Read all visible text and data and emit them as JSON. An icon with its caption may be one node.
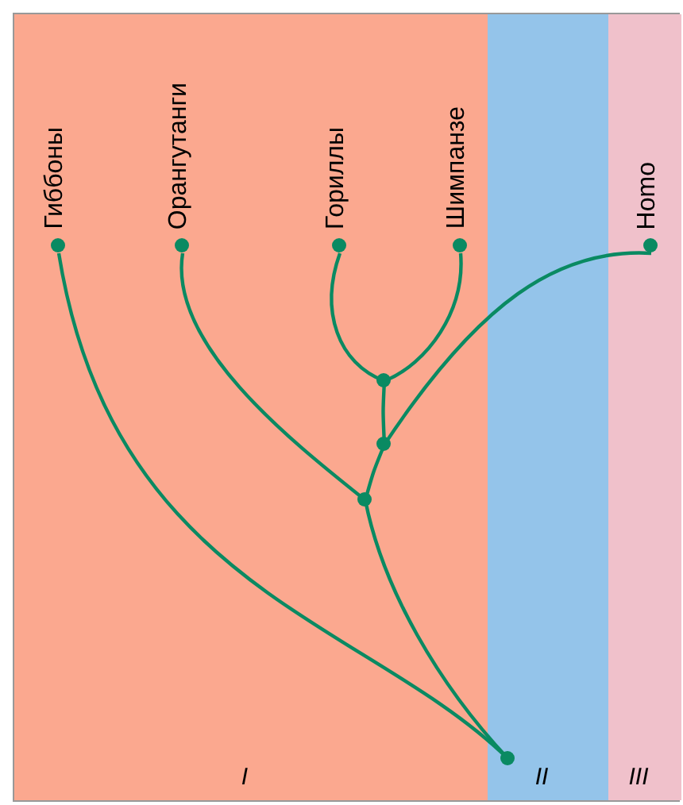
{
  "diagram": {
    "nodes": [
      {
        "text": [
          "I"
        ]
      },
      {
        "text": [
          "II"
        ]
      },
      {
        "text": [
          "III"
        ]
      },
      {
        "text": [
          "Гиббоны"
        ],
        "in": 0
      },
      {
        "text": [
          "Орангутанги"
        ],
        "in": 0
      },
      {
        "text": [
          "Гориллы"
        ],
        "in": 0
      },
      {
        "text": [
          "Шимпанзе"
        ],
        "in": 0
      },
      {
        "text": [
          "Homo"
        ],
        "in": 2
      },
      {
        "text": [],
        "shape": "circle",
        "in": 0
      },
      {
        "text": [],
        "shape": "circle",
        "in": 0
      },
      {
        "text": [],
        "shape": "circle",
        "in": 0
      },
      {
        "text": [],
        "shape": "circle",
        "in": 1
      }
    ],
    "edges": [
      {
        "from": 8,
        "to": 5,
        "arrow": "none"
      },
      {
        "from": 8,
        "to": 6,
        "arrow": "none"
      },
      {
        "from": 9,
        "to": 8,
        "arrow": "none"
      },
      {
        "from": 9,
        "to": 7,
        "arrow": "none"
      },
      {
        "from": 10,
        "to": 9,
        "arrow": "none"
      },
      {
        "from": 10,
        "to": 4,
        "arrow": "none"
      },
      {
        "from": 11,
        "to": 10,
        "arrow": "none"
      },
      {
        "from": 11,
        "to": 3,
        "arrow": "none"
      }
    ]
  }
}
